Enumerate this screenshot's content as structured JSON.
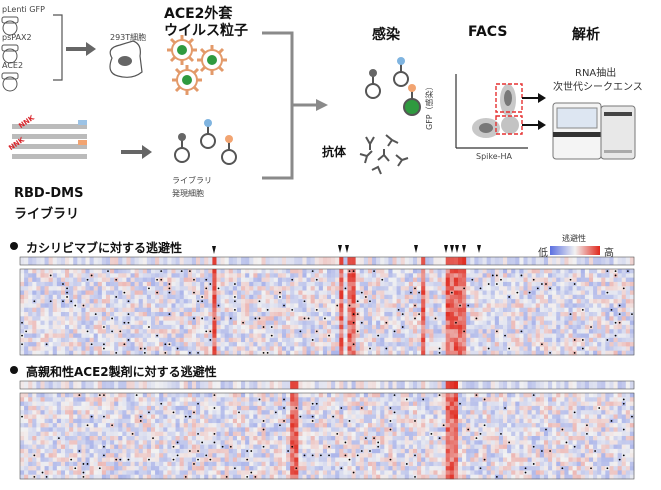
{
  "top": {
    "plasmids": [
      "pLenti GFP",
      "psPAX2",
      "ACE2"
    ],
    "cell_293t": "293T細胞",
    "virus_title_line1": "ACE2外套",
    "virus_title_line2": "ウイルス粒子",
    "dms_title_line1": "RBD-DMS",
    "dms_title_line2": "ライブラリ",
    "nnk": "NNK",
    "library_cells_line1": "ライブラリ",
    "library_cells_line2": "発現細胞",
    "infection": "感染",
    "antibody": "抗体",
    "facs": "FACS",
    "facs_y": "GFP（感染）",
    "facs_x": "Spike-HA",
    "analysis": "解析",
    "analysis_sub_line1": "RNA抽出",
    "analysis_sub_line2": "次世代シークエンス"
  },
  "sections": [
    {
      "title": "カシリビマブに対する逃避性"
    },
    {
      "title": "高親和性ACE2製剤に対する逃避性"
    }
  ],
  "legend": {
    "title": "逃避性",
    "low": "低",
    "high": "高",
    "colors": {
      "low": "#5b6fe0",
      "mid": "#f2f2f2",
      "high": "#e0261b"
    }
  },
  "colors": {
    "accent_green": "#2f9a3f",
    "accent_orange": "#f2a471",
    "accent_blue": "#7fb4e0",
    "cell_gray": "#777777",
    "bracket_gray": "#8a8a8a",
    "facs_gate": "#e53030",
    "nnk_red": "#d9262c"
  }
}
